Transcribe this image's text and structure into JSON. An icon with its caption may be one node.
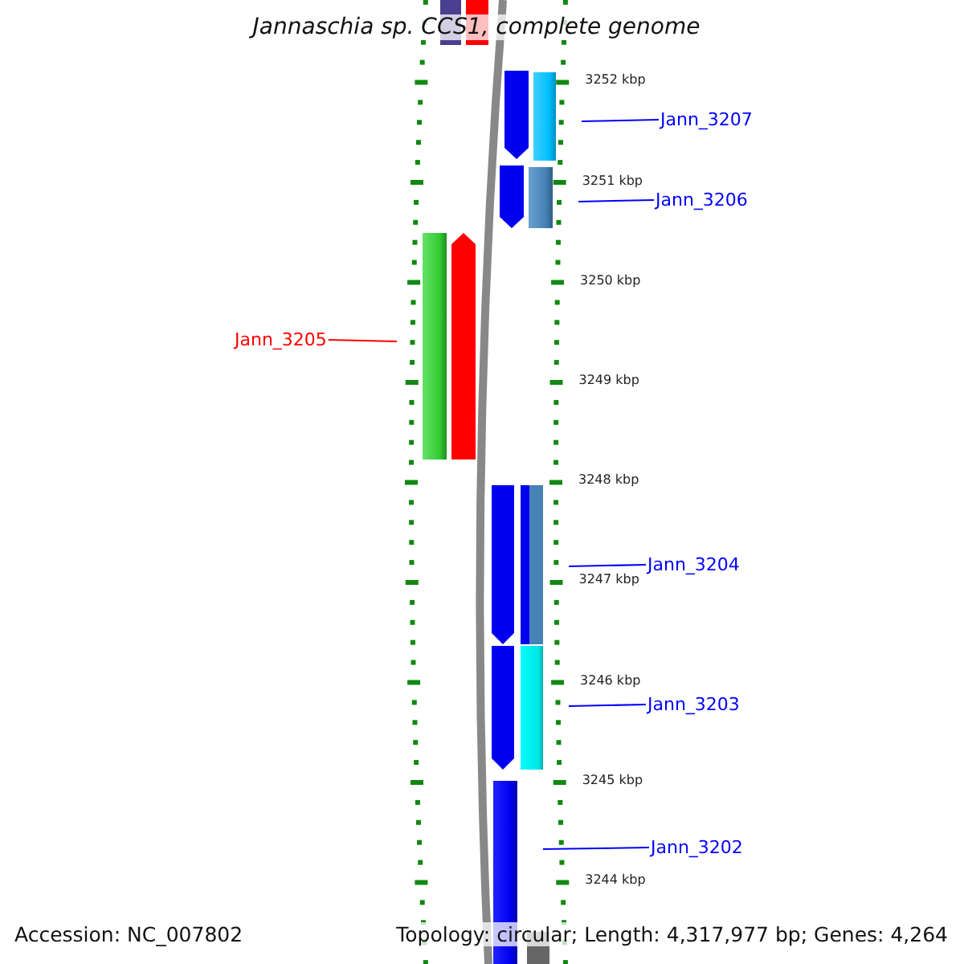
{
  "diagram": {
    "title": "Jannaschia sp. CCS1, complete genome",
    "nodes": [
      {
        "text": [
          "Jann_3207"
        ]
      },
      {
        "text": [],
        "shape": "bar"
      },
      {
        "text": [
          "Jann_3206"
        ]
      },
      {
        "text": [],
        "shape": "bar"
      },
      {
        "text": [
          "Jann_3205"
        ]
      },
      {
        "text": [],
        "shape": "bar"
      },
      {
        "text": [
          "Jann_3204"
        ]
      },
      {
        "text": [],
        "shape": "bar"
      },
      {
        "text": [
          "Jann_3203"
        ]
      },
      {
        "text": [],
        "shape": "bar"
      },
      {
        "text": [
          "Jann_3202"
        ]
      },
      {
        "text": [],
        "shape": "bar"
      }
    ],
    "edges": [
      {
        "from": 0,
        "to": 1,
        "arrow": "none"
      },
      {
        "from": 2,
        "to": 3,
        "arrow": "none"
      },
      {
        "from": 4,
        "to": 5,
        "arrow": "none",
        "color": "#ff0000"
      },
      {
        "from": 6,
        "to": 7,
        "arrow": "none"
      },
      {
        "from": 8,
        "to": 9,
        "arrow": "none"
      },
      {
        "from": 10,
        "to": 11,
        "arrow": "none"
      }
    ],
    "labels": [
      "3252 kbp",
      "3251 kbp",
      "3250 kbp",
      "3249 kbp",
      "3248 kbp",
      "3247 kbp",
      "3246 kbp",
      "3245 kbp",
      "3244 kbp",
      "Accession: NC_007802",
      "Topology: circular; Length: 4,317,977 bp; Genes: 4,264"
    ]
  }
}
